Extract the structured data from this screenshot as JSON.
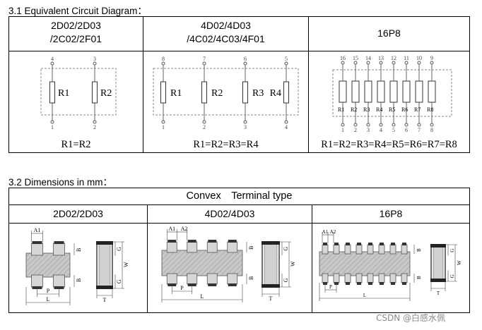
{
  "section1": {
    "heading": "3.1 Equivalent Circuit Diagram：",
    "columns": [
      {
        "title_line1": "2D02/2D03",
        "title_line2": "/2C02/2F01",
        "formula": "R1=R2"
      },
      {
        "title_line1": "4D02/4D03",
        "title_line2": "/4C02/4C03/4F01",
        "formula": "R1=R2=R3=R4"
      },
      {
        "title_line1": "16P8",
        "title_line2": "",
        "formula": "R1=R2=R3=R4=R5=R6=R7=R8"
      }
    ],
    "circuit_2": {
      "resistors": [
        "R1",
        "R2"
      ],
      "top_pins": [
        "4",
        "3"
      ],
      "bottom_pins": [
        "1",
        "2"
      ]
    },
    "circuit_4": {
      "resistors": [
        "R1",
        "R2",
        "R3",
        "R4"
      ],
      "top_pins": [
        "8",
        "7",
        "6",
        "5"
      ],
      "bottom_pins": [
        "1",
        "2",
        "3",
        "4"
      ]
    },
    "circuit_8": {
      "resistors": [
        "R1",
        "R2",
        "R3",
        "R4",
        "R5",
        "R6",
        "R7",
        "R8"
      ],
      "top_pins": [
        "16",
        "15",
        "14",
        "13",
        "12",
        "11",
        "10",
        "9"
      ],
      "bottom_pins": [
        "1",
        "2",
        "3",
        "4",
        "5",
        "6",
        "7",
        "8"
      ]
    }
  },
  "section2": {
    "heading": "3.2 Dimensions in mm：",
    "table_header": "Convex Terminal type",
    "columns": [
      "2D02/2D03",
      "4D02/4D03",
      "16P8"
    ],
    "dim_labels": {
      "a1": "A1",
      "a2": "A2",
      "b": "B",
      "p": "P",
      "l": "L",
      "g": "G",
      "w": "W",
      "t": "T"
    }
  },
  "watermark": "CSDN @白感水佩"
}
